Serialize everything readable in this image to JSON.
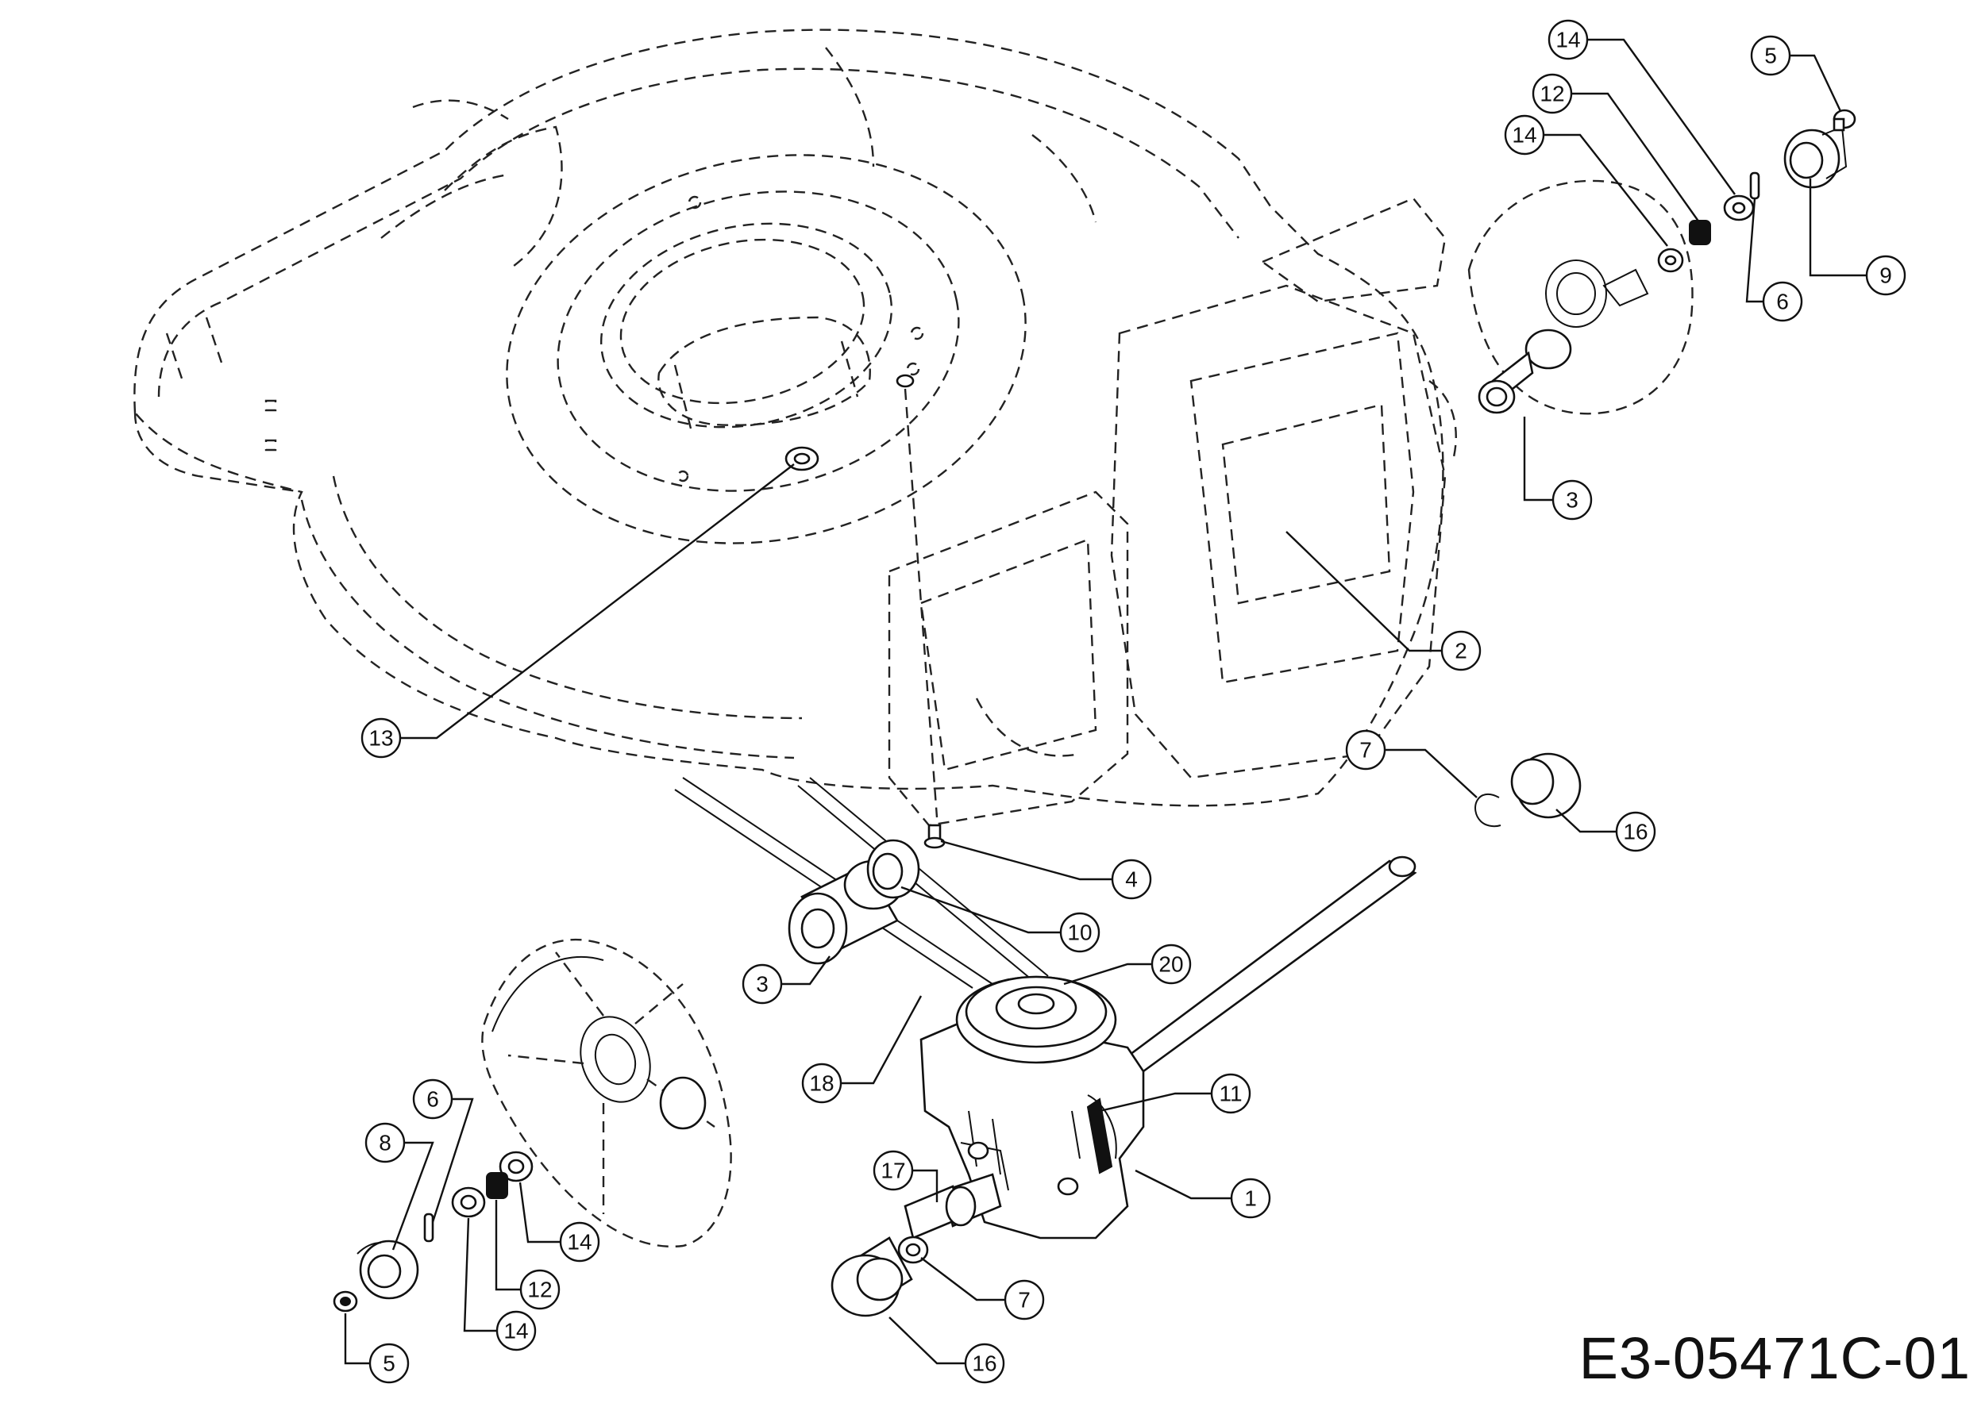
{
  "drawing_code": "E3-05471C-01",
  "callouts": [
    {
      "label": "14"
    },
    {
      "label": "12"
    },
    {
      "label": "14"
    },
    {
      "label": "5"
    },
    {
      "label": "9"
    },
    {
      "label": "6"
    },
    {
      "label": "3"
    },
    {
      "label": "2"
    },
    {
      "label": "13"
    },
    {
      "label": "7"
    },
    {
      "label": "16"
    },
    {
      "label": "4"
    },
    {
      "label": "10"
    },
    {
      "label": "20"
    },
    {
      "label": "3"
    },
    {
      "label": "18"
    },
    {
      "label": "11"
    },
    {
      "label": "1"
    },
    {
      "label": "17"
    },
    {
      "label": "7"
    },
    {
      "label": "16"
    },
    {
      "label": "6"
    },
    {
      "label": "8"
    },
    {
      "label": "14"
    },
    {
      "label": "12"
    },
    {
      "label": "14"
    },
    {
      "label": "5"
    }
  ]
}
